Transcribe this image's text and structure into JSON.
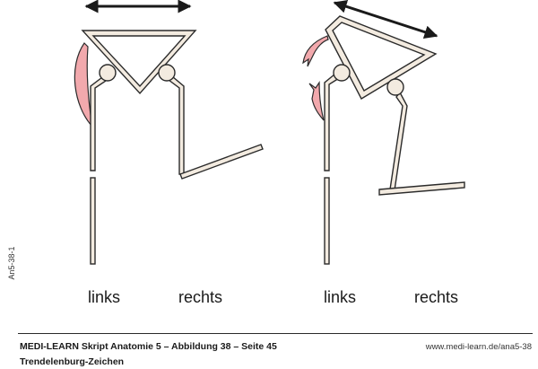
{
  "side_id": "An5-38-1",
  "labels": {
    "left_links": "links",
    "left_rechts": "rechts",
    "right_links": "links",
    "right_rechts": "rechts"
  },
  "footer": {
    "title": "MEDI-LEARN Skript Anatomie 5 – Abbildung 38 – Seite 45",
    "url": "www.medi-learn.de/ana5-38",
    "subtitle": "Trendelenburg-Zeichen"
  },
  "colors": {
    "bone_fill": "#f3ebe0",
    "outline": "#2b2b2b",
    "muscle": "#f2a9ad",
    "rule": "#2a2a2a"
  }
}
